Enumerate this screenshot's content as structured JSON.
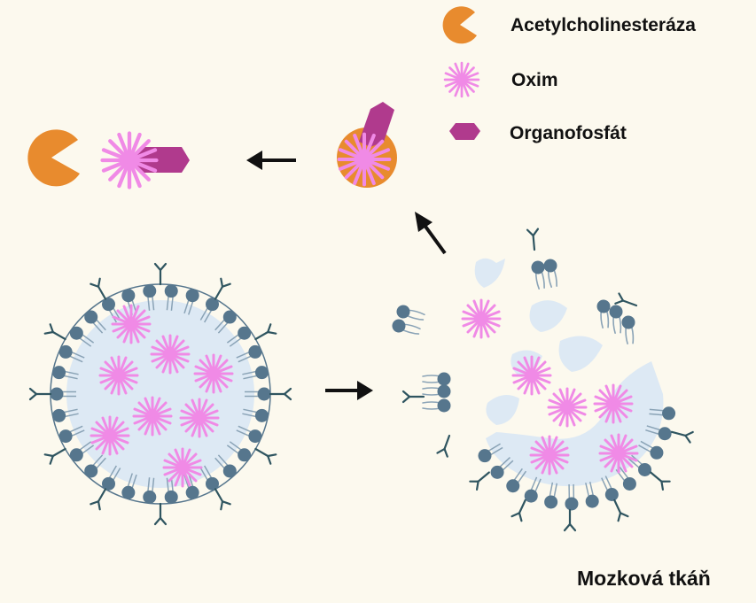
{
  "legend": {
    "items": [
      {
        "label": "Acetylcholinesteráza",
        "icon": "pacman-enzyme-icon"
      },
      {
        "label": "Oxim",
        "icon": "star-burst-icon"
      },
      {
        "label": "Organofosfát",
        "icon": "hexagon-icon"
      }
    ]
  },
  "region": {
    "label": "Mozková tkáň"
  },
  "colors": {
    "background": "#fcf9ee",
    "enzyme": "#e88b2e",
    "oxime": "#f08ae6",
    "organophosphate": "#b03a8d",
    "lipid_head": "#56768d",
    "lipid_tail": "#8aa3b6",
    "core": "#dde9f4",
    "antibody": "#2f5560",
    "arrow": "#111111"
  }
}
